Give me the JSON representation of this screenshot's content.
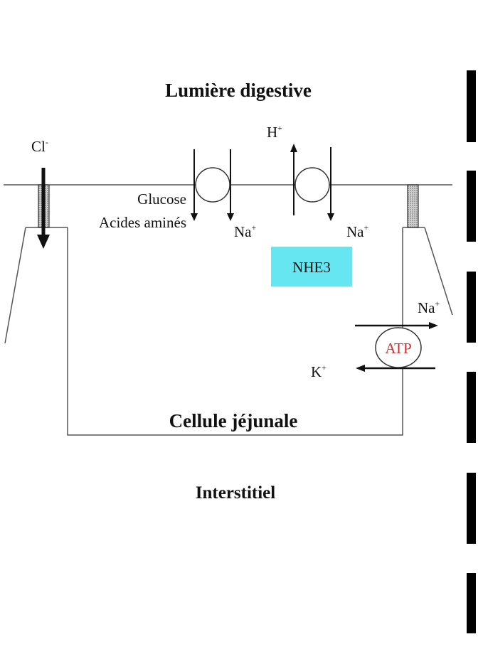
{
  "labels": {
    "lumen": "Lumière digestive",
    "cell": "Cellule jéjunale",
    "interstitium": "Interstitiel",
    "glucose": "Glucose",
    "amino_acids": "Acides aminés",
    "nhe3": "NHE3",
    "atp": "ATP"
  },
  "ions": {
    "cl": {
      "symbol": "Cl",
      "charge": "-"
    },
    "h": {
      "symbol": "H",
      "charge": "+"
    },
    "na_sglt": {
      "symbol": "Na",
      "charge": "+"
    },
    "na_nhe": {
      "symbol": "Na",
      "charge": "+"
    },
    "na_pump": {
      "symbol": "Na",
      "charge": "+"
    },
    "k_pump": {
      "symbol": "K",
      "charge": "+"
    }
  },
  "colors": {
    "nhe3_box": "#66e6f0",
    "atp_text": "#d82a2a",
    "lines": "#555555",
    "arrows": "#111111"
  }
}
